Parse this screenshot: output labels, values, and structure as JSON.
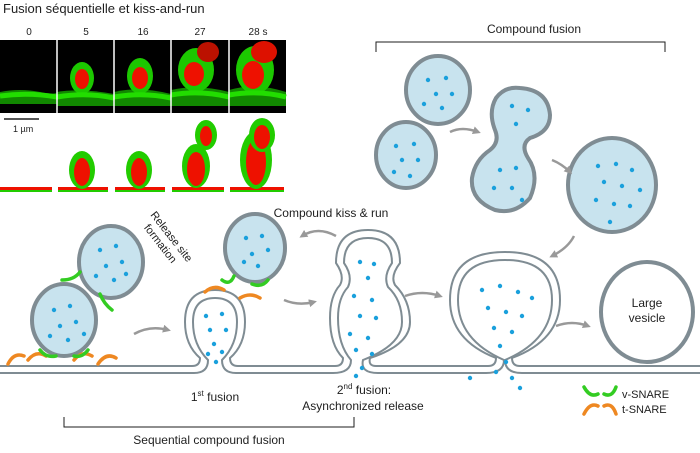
{
  "header": {
    "title": "Fusion séquentielle et kiss-and-run"
  },
  "micrograph": {
    "time_labels": [
      "0",
      "5",
      "16",
      "27",
      "28 s"
    ],
    "scale_bar_label": "1 µm"
  },
  "labels": {
    "compound_fusion": "Compound fusion",
    "compound_kiss_run": "Compound kiss & run",
    "release_site_line1": "Release site",
    "release_site_line2": "formation",
    "first_fusion_num": "1",
    "first_fusion_sup": "st",
    "first_fusion_text": " fusion",
    "second_fusion_num": "2",
    "second_fusion_sup": "nd",
    "second_fusion_text": " fusion:",
    "async_release": "Asynchronized release",
    "large_vesicle_line1": "Large",
    "large_vesicle_line2": "vesicle",
    "sequential_compound_fusion": "Sequential compound fusion"
  },
  "legend": {
    "items": [
      {
        "label": "v-SNARE",
        "color": "#33cc22"
      },
      {
        "label": "t-SNARE",
        "color": "#ee8822"
      }
    ]
  },
  "colors": {
    "membrane_stroke": "#7f8c93",
    "vesicle_fill": "#c8e3ee",
    "cargo_dot": "#1aa0dc",
    "arrow": "#999999",
    "micro_green": "#22dd00",
    "micro_red": "#ee1100"
  }
}
